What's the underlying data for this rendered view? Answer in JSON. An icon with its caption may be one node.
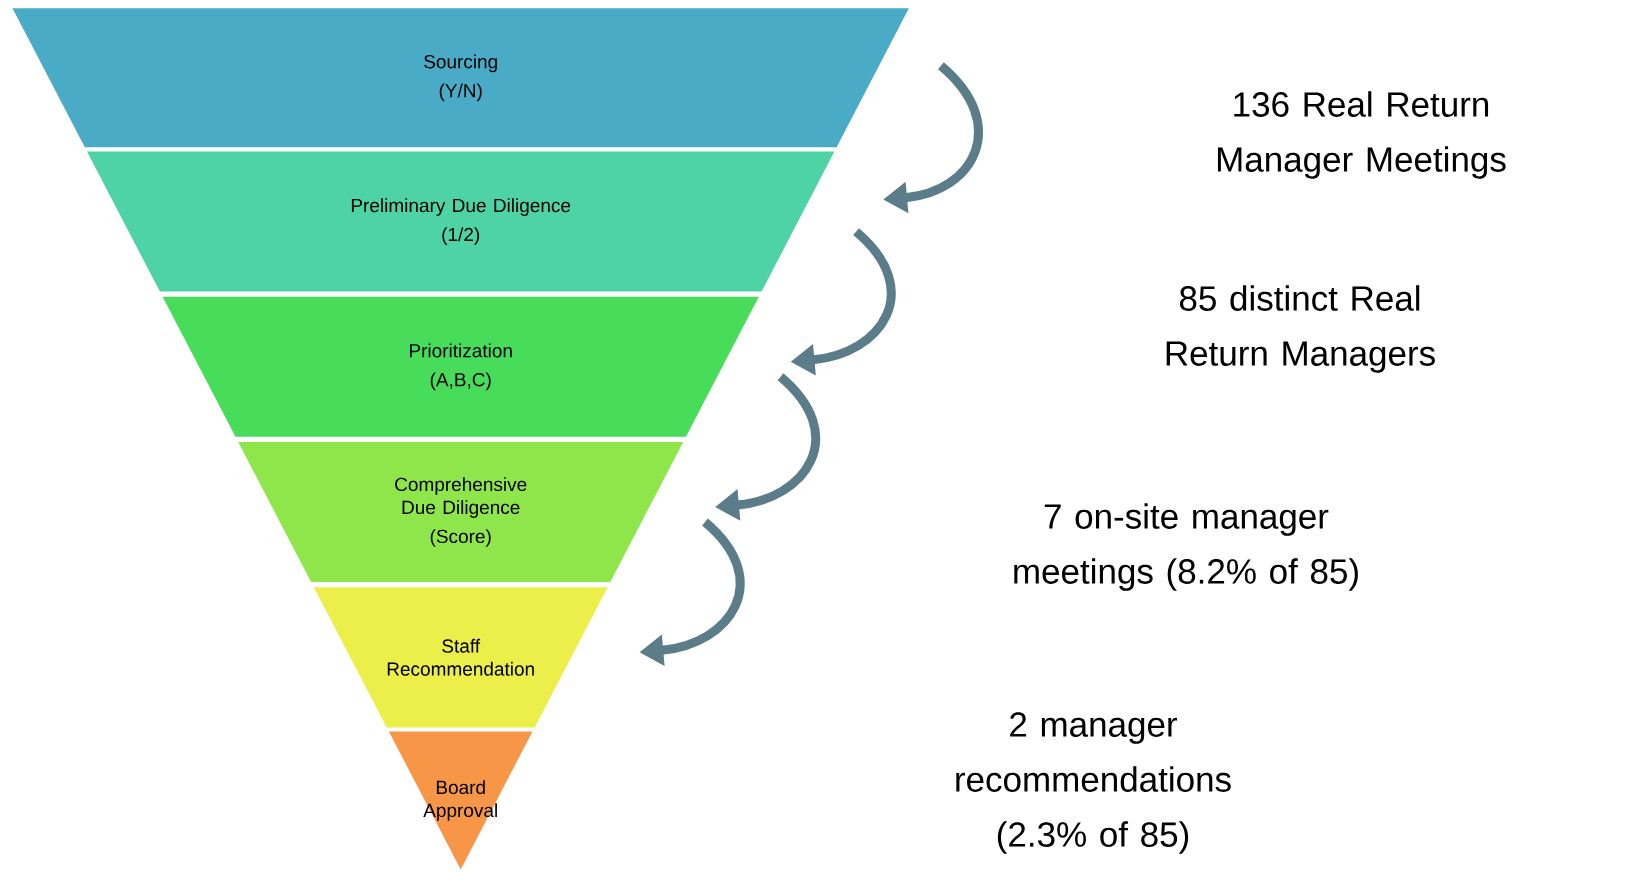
{
  "diagram": {
    "nodes": [
      {
        "text": [
          "Sourcing",
          "(Y/N)"
        ]
      },
      {
        "text": [
          "Preliminary Due Diligence",
          "(1/2)"
        ]
      },
      {
        "text": [
          "Prioritization",
          "(A,B,C)"
        ]
      },
      {
        "text": [
          "Comprehensive Due Diligence",
          "(Score)"
        ]
      },
      {
        "text": [
          "Staff Recommendation"
        ]
      },
      {
        "text": [
          "Board Approval"
        ]
      }
    ],
    "edges": [
      {
        "from": 0,
        "to": 1,
        "arrow": "to"
      },
      {
        "from": 1,
        "to": 2,
        "arrow": "to"
      },
      {
        "from": 2,
        "to": 3,
        "arrow": "to"
      },
      {
        "from": 3,
        "to": 4,
        "arrow": "to"
      }
    ],
    "labels": [
      "136 Real Return Manager Meetings",
      "85 distinct Real Return Managers",
      "7 on-site manager meetings (8.2% of 85)",
      "2 manager recommendations (2.3% of 85)"
    ]
  }
}
